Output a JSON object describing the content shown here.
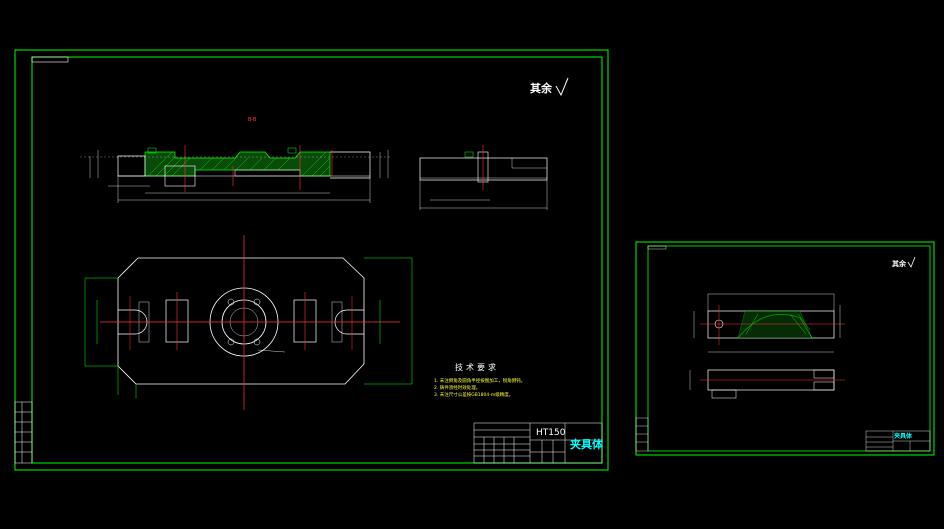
{
  "main_sheet": {
    "roughness_note": "其余",
    "section_label": "B-B",
    "tech_requirements_title": "技术要求",
    "tech_notes": [
      "1. 未注倒角及圆角半径按图加工，锐角倒钝。",
      "2. 铸件须经时效处理。",
      "3. 未注尺寸公差按GB1804-m级精度。"
    ],
    "title_block": {
      "material": "HT150",
      "part_name": "夹具体"
    }
  },
  "side_sheet": {
    "roughness_note": "其余",
    "part_name": "夹具体"
  },
  "colors": {
    "frame": "#00ff00",
    "geometry": "#ffffff",
    "centerline": "#ff0000",
    "hatch": "#00ff00",
    "accent": "#00ffff",
    "background": "#000000"
  }
}
